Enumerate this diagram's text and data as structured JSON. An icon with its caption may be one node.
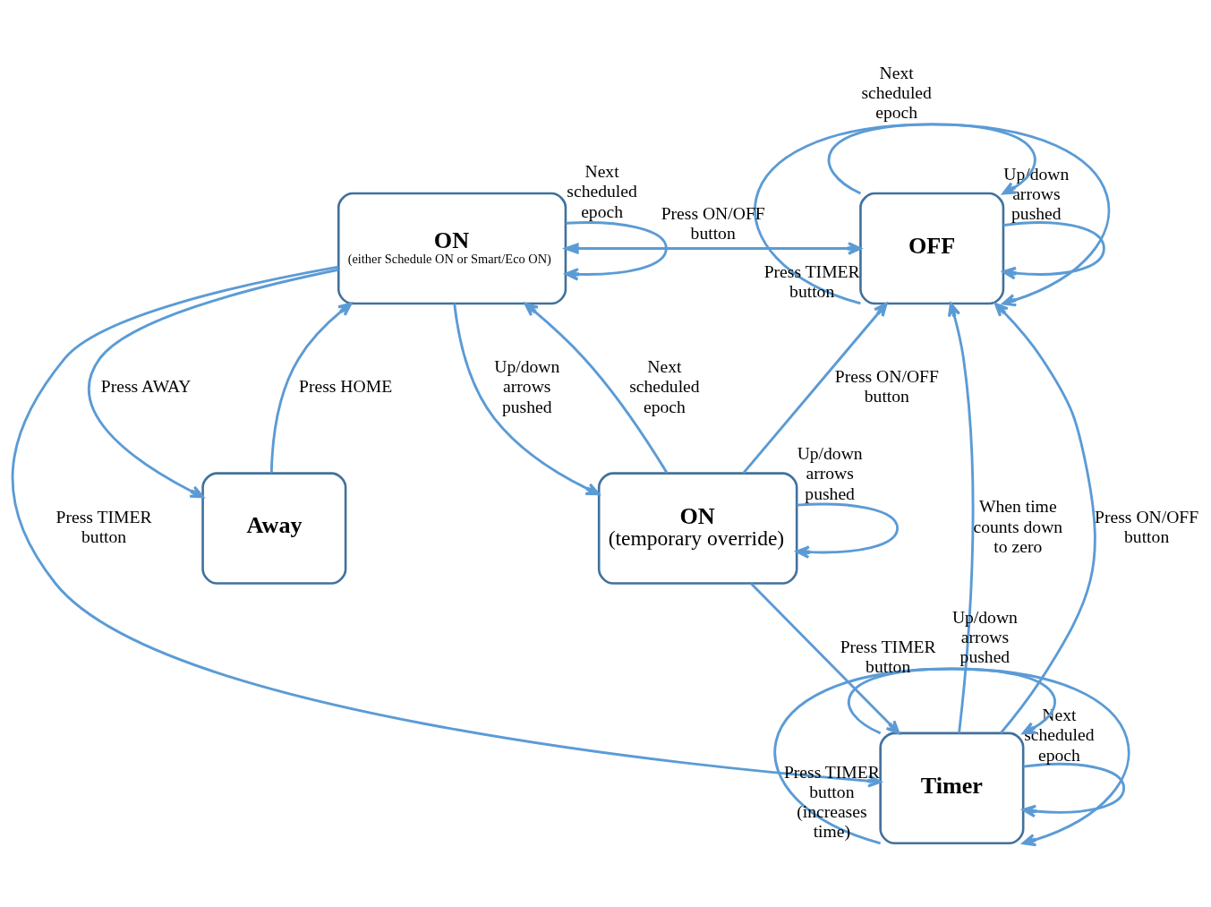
{
  "diagram": {
    "nodes": [
      {
        "text": [
          "OFF"
        ]
      },
      {
        "text": [
          "ON",
          "(either Schedule ON or Smart/Eco ON)"
        ]
      },
      {
        "text": [
          "Timer"
        ]
      },
      {
        "text": [
          "Away"
        ]
      },
      {
        "text": [
          "ON",
          "(temporary override)"
        ]
      }
    ],
    "edges": [
      {
        "from": 2,
        "to": 2,
        "arrow": "to",
        "label": "Next scheduled epoch"
      },
      {
        "from": 2,
        "to": 0,
        "arrow": "to",
        "label": "When time counts down to zero"
      },
      {
        "from": 2,
        "to": 2,
        "arrow": "to",
        "label": "Press TIMER button (increases time)"
      },
      {
        "from": 2,
        "to": 0,
        "arrow": "to",
        "label": "Press ON/OFF button"
      },
      {
        "from": 1,
        "to": 1,
        "arrow": "to",
        "label": "Next scheduled epoch"
      },
      {
        "from": 1,
        "to": 2,
        "arrow": "to",
        "label": "Press TIMER button"
      },
      {
        "from": 4,
        "to": 2,
        "arrow": "to",
        "label": "Press TIMER button"
      },
      {
        "from": 2,
        "to": 2,
        "arrow": "to",
        "label": "Up/down arrows pushed"
      },
      {
        "from": 0,
        "to": 0,
        "arrow": "to",
        "label": "Up/down arrows pushed"
      },
      {
        "from": 1,
        "to": 0,
        "arrow": "both",
        "label": "Press ON/OFF button"
      },
      {
        "from": 1,
        "to": 3,
        "arrow": "to",
        "label": "Press AWAY"
      },
      {
        "from": 3,
        "to": 1,
        "arrow": "to",
        "label": "Press HOME"
      },
      {
        "from": 0,
        "to": 0,
        "arrow": "to",
        "label": "Press TIMER button"
      },
      {
        "from": 4,
        "to": 1,
        "arrow": "to",
        "label": "Next scheduled epoch"
      },
      {
        "from": 1,
        "to": 4,
        "arrow": "to",
        "label": "Up/down arrows pushed"
      },
      {
        "from": 0,
        "to": 0,
        "arrow": "to",
        "label": "Next scheduled epoch"
      },
      {
        "from": 4,
        "to": 0,
        "arrow": "to",
        "label": "Press ON/OFF button"
      },
      {
        "from": 4,
        "to": 4,
        "arrow": "to",
        "label": "Up/down arrows pushed"
      }
    ]
  }
}
